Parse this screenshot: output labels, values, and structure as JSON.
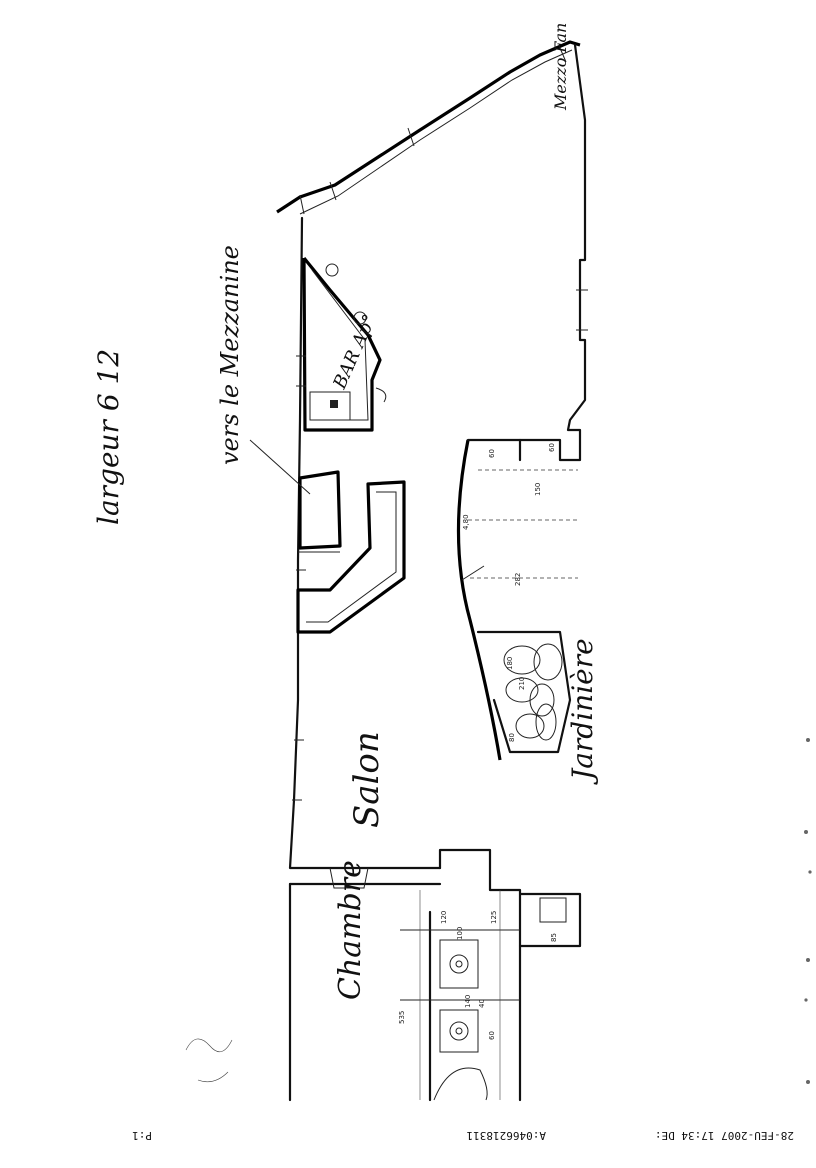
{
  "notes": {
    "largeur": "largeur 6 12",
    "vers_etage": "vers le Mezzanine"
  },
  "rooms": {
    "salon": "Salon",
    "chambre": "Chambre",
    "bar": "BAR Ap°",
    "jardiniere": "Jardinière",
    "coin_lecture": "Mezzo Fan"
  },
  "dimensions": {
    "d60a": "60",
    "d60b": "60",
    "d150": "150",
    "d480": "4,80",
    "d282": "282",
    "d180": "180",
    "d210": "210",
    "d100": "100",
    "d120": "120",
    "d125": "125",
    "d535": "535",
    "d140": "140",
    "d40": "40",
    "d85": "85",
    "d60c": "60",
    "d80": "80"
  },
  "fax_header": {
    "timestamp": "28-FEU-2007 17:34 DE:",
    "sender": "A:0466218311",
    "page": "P:1"
  }
}
